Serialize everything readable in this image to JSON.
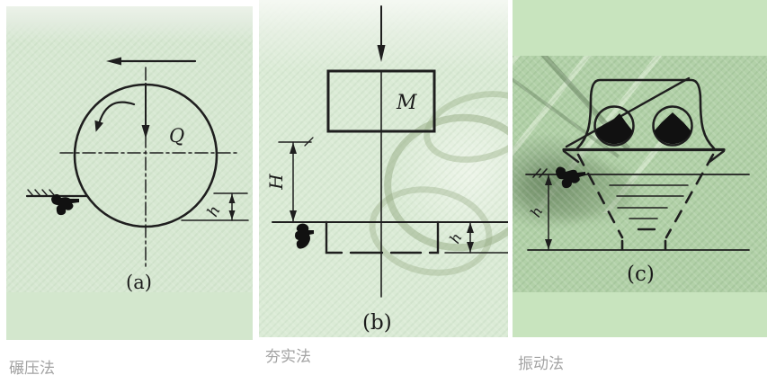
{
  "figure": {
    "description_labels": [
      "碾压法",
      "夯实法",
      "振动法"
    ]
  },
  "panels": [
    {
      "id": "a",
      "figure_label": "(a)",
      "caption": "碾压法",
      "symbols": {
        "load": "Q",
        "depth": "h"
      }
    },
    {
      "id": "b",
      "figure_label": "(b)",
      "caption": "夯实法",
      "symbols": {
        "mass": "M",
        "drop_height": "H",
        "depth": "h"
      }
    },
    {
      "id": "c",
      "figure_label": "(c)",
      "caption": "振动法",
      "symbols": {
        "depth": "h"
      }
    }
  ],
  "colors": {
    "panel_green_a": "#d7e8d2",
    "panel_green_b": "#dbebd6",
    "panel_c_band": "#c8e4be",
    "panel_c_photo": "#b2d1a8",
    "diagram_line": "#1e1e1e",
    "caption_text": "#a3a3a3",
    "page_background": "#ffffff"
  }
}
